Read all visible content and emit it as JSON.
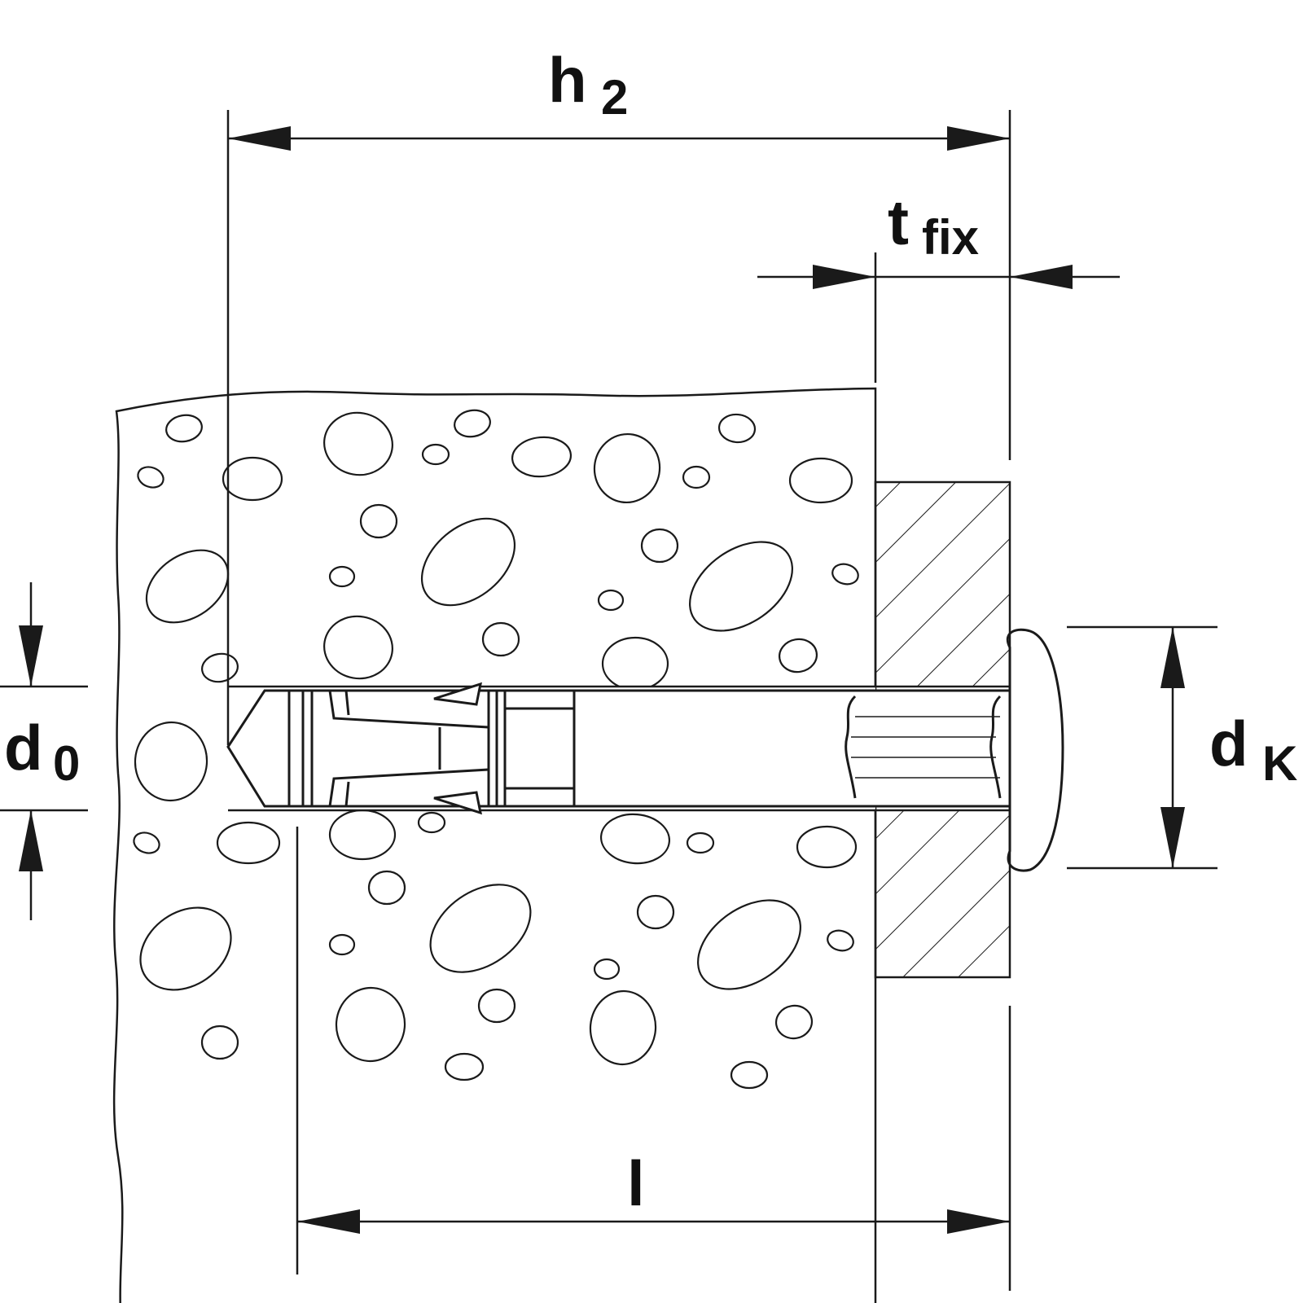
{
  "diagram": {
    "colors": {
      "line": "#1a1a1a",
      "background": "#ffffff"
    },
    "labels": {
      "h2": {
        "main": "h",
        "sub": "2"
      },
      "tfix": {
        "main": "t",
        "sub": "fix"
      },
      "d0": {
        "main": "d",
        "sub": "0"
      },
      "dK": {
        "main": "d",
        "sub": "K"
      },
      "l": {
        "main": "l"
      }
    }
  }
}
